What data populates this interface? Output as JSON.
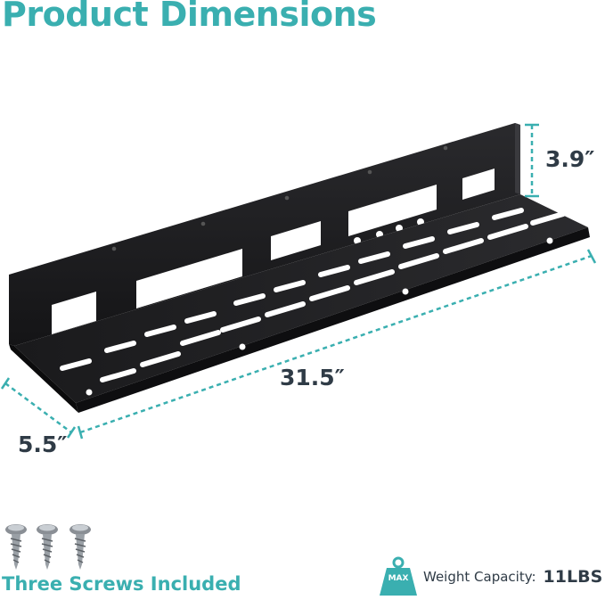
{
  "heading": "Product Dimensions",
  "dimensions": {
    "height": "3.9″",
    "length": "31.5″",
    "depth": "5.5″"
  },
  "screws": {
    "caption": "Three Screws Included",
    "icon": "screw-icon"
  },
  "capacity": {
    "badge": "MAX",
    "label": "Weight Capacity:",
    "value": "11LBS",
    "icon": "weight-icon"
  },
  "colors": {
    "accent": "#3aafb0",
    "text": "#2f3b46",
    "product": "#1d1d1f"
  }
}
